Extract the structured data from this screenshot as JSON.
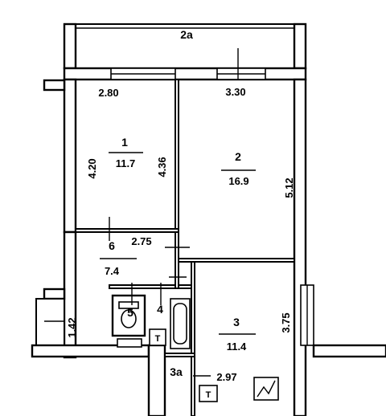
{
  "rooms": [
    {
      "number": "2a",
      "area": ""
    },
    {
      "number": "1",
      "area": "11.7"
    },
    {
      "number": "2",
      "area": "16.9"
    },
    {
      "number": "6",
      "area": "7.4"
    },
    {
      "number": "5",
      "area": ""
    },
    {
      "number": "4",
      "area": ""
    },
    {
      "number": "3",
      "area": "11.4"
    },
    {
      "number": "3a",
      "area": ""
    }
  ],
  "dimensions": {
    "room1_width": "2.80",
    "room1_depth_left": "4.20",
    "room1_depth_right": "4.36",
    "room2_width": "3.30",
    "room2_depth": "5.12",
    "room6_width": "2.75",
    "room3_depth": "3.75",
    "room3a_width": "2.97",
    "closet_depth": "1.42"
  },
  "fixtures": {
    "heater_mark_1": "T",
    "heater_mark_2": "T"
  }
}
